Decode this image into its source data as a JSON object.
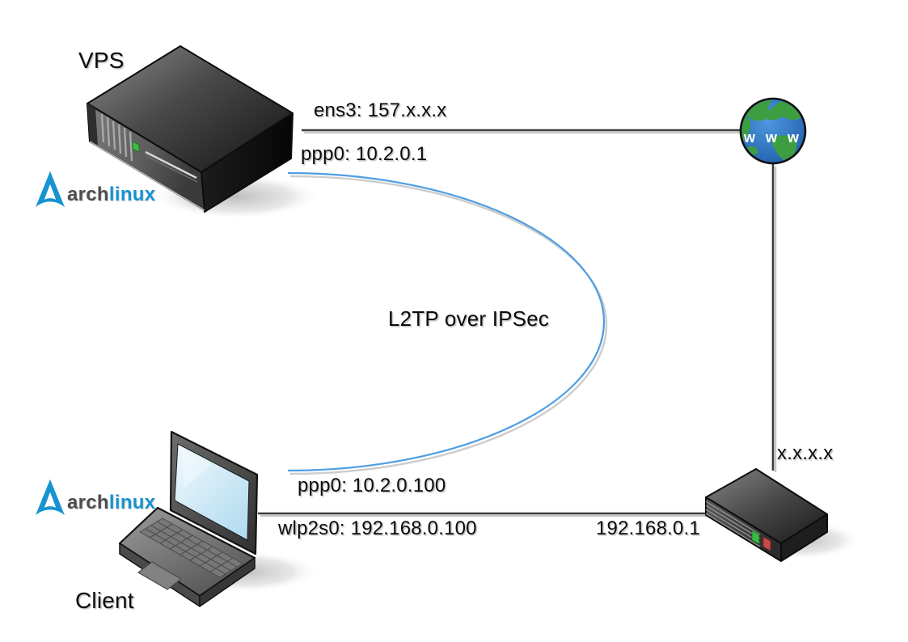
{
  "nodes": {
    "vps": {
      "name": "VPS",
      "wan_if": "ens3: 157.x.x.x",
      "tunnel_if": "ppp0: 10.2.0.1"
    },
    "client": {
      "name": "Client",
      "tunnel_if": "ppp0: 10.2.0.100",
      "lan_if": "wlp2s0: 192.168.0.100"
    },
    "router": {
      "lan_ip": "192.168.0.1",
      "wan_ip": "x.x.x.x"
    },
    "internet": {
      "label": "w w w"
    }
  },
  "tunnel": {
    "label": "L2TP over IPSec"
  },
  "brand": {
    "arch": "arch",
    "linux": "linux"
  },
  "colors": {
    "arch_blue": "#1793D1",
    "tunnel_blue": "#4D9DE3",
    "line_gray": "#3D3D3D",
    "globe_blue": "#2E74C8",
    "continent_green": "#3C9E41",
    "led_green": "#3DBB44",
    "led_red": "#CC4949",
    "screen_blue": "#CFE8F6"
  }
}
